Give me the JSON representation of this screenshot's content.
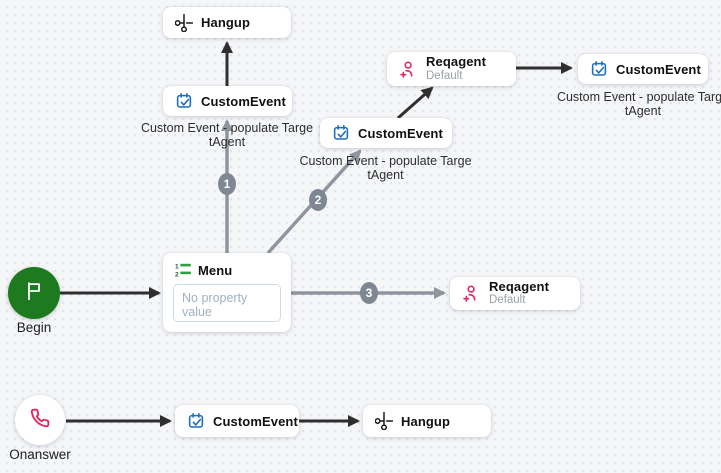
{
  "colors": {
    "canvas_background": "#f5f6f8",
    "grid_dot": "#e3e5e9",
    "edge_dark": "#2f2f2f",
    "edge_gray": "#8e959e",
    "badge_fill": "#7e8792",
    "begin_green": "#1d7a1e",
    "accent_pink": "#e0265f",
    "accent_blue": "#1a6dbf",
    "accent_green": "#2f9e44"
  },
  "nodes": {
    "hangup_top": {
      "title": "Hangup",
      "icon": "scissors-icon"
    },
    "customevent_top": {
      "title": "CustomEvent",
      "icon": "calendar-check-icon",
      "caption_line1": "Custom Event - populate Targe",
      "caption_line2": "tAgent"
    },
    "reqagent_top": {
      "title": "Reqagent",
      "subtitle": "Default",
      "icon": "person-plus-icon"
    },
    "customevent_right": {
      "title": "CustomEvent",
      "icon": "calendar-check-icon",
      "caption_line1": "Custom Event - populate Targe",
      "caption_line2": "tAgent"
    },
    "customevent_mid": {
      "title": "CustomEvent",
      "icon": "calendar-check-icon",
      "caption_line1": "Custom Event - populate Targe",
      "caption_line2": "tAgent"
    },
    "menu": {
      "title": "Menu",
      "icon": "ordered-list-icon",
      "input_placeholder": "No property value"
    },
    "reqagent_mid": {
      "title": "Reqagent",
      "subtitle": "Default",
      "icon": "person-plus-icon"
    },
    "customevent_bottom": {
      "title": "CustomEvent",
      "icon": "calendar-check-icon"
    },
    "hangup_bottom": {
      "title": "Hangup",
      "icon": "scissors-icon"
    },
    "begin": {
      "label": "Begin",
      "icon": "flag-icon"
    },
    "onanswer": {
      "label": "Onanswer",
      "icon": "phone-icon"
    }
  },
  "edge_badges": {
    "one": "1",
    "two": "2",
    "three": "3"
  }
}
